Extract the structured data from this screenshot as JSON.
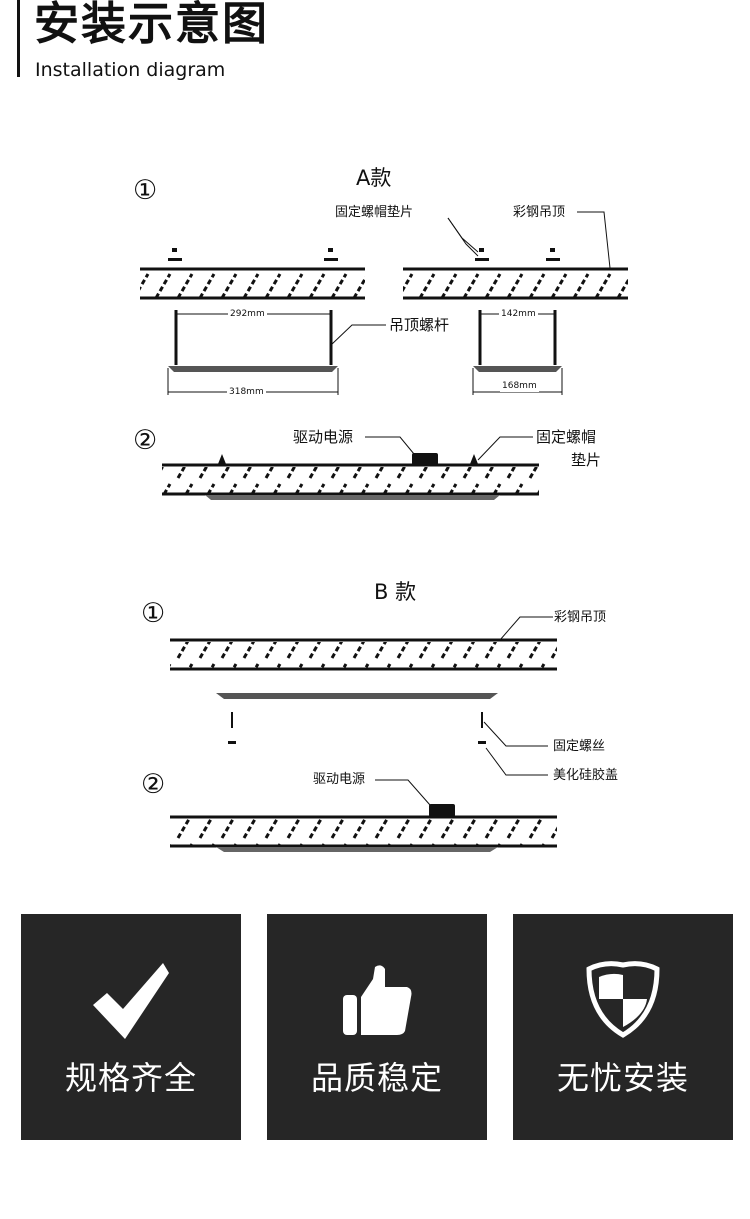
{
  "header": {
    "title": "安装示意图",
    "subtitle": "Installation diagram"
  },
  "variant_a": {
    "title": "A款",
    "step1_marker": "①",
    "step2_marker": "②",
    "labels": {
      "nut_washer": "固定螺帽垫片",
      "steel_ceiling": "彩钢吊顶",
      "hanging_rod": "吊顶螺杆",
      "driver": "驱动电源",
      "nut_washer_line1": "固定螺帽",
      "nut_washer_line2": "垫片"
    },
    "dimensions": {
      "long_inner": "292mm",
      "long_outer": "318mm",
      "short_inner": "142mm",
      "short_outer": "168mm"
    }
  },
  "variant_b": {
    "title": "B 款",
    "step1_marker": "①",
    "step2_marker": "②",
    "labels": {
      "steel_ceiling": "彩钢吊顶",
      "fixing_screw": "固定螺丝",
      "silicone_cap": "美化硅胶盖",
      "driver": "驱动电源"
    }
  },
  "features": [
    {
      "label": "规格齐全",
      "icon": "checkmark-icon"
    },
    {
      "label": "品质稳定",
      "icon": "thumbs-up-icon"
    },
    {
      "label": "无忧安装",
      "icon": "shield-icon"
    }
  ]
}
